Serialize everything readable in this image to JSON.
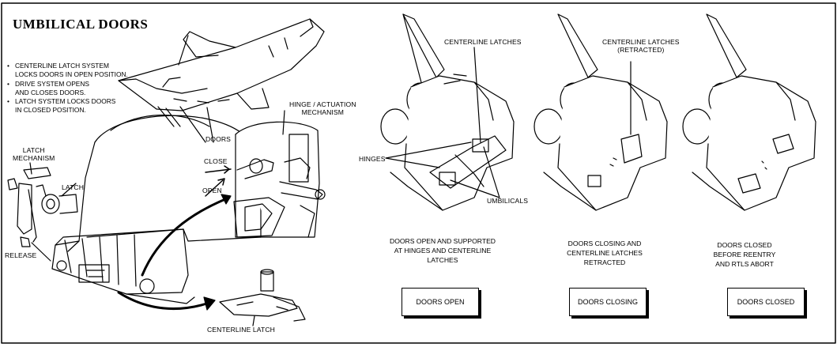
{
  "title": "UMBILICAL DOORS",
  "bullets": [
    "CENTERLINE LATCH SYSTEM\nLOCKS DOORS IN OPEN POSITION.",
    "DRIVE SYSTEM OPENS\nAND CLOSES DOORS.",
    "LATCH SYSTEM LOCKS DOORS\nIN CLOSED POSITION."
  ],
  "labels": {
    "latch_mechanism": "LATCH\nMECHANISM",
    "latch": "LATCH",
    "release": "RELEASE",
    "doors": "DOORS",
    "hinge_actuation": "HINGE / ACTUATION\nMECHANISM",
    "close": "CLOSE",
    "open": "OPEN",
    "centerline_latch": "CENTERLINE LATCH",
    "centerline_latches": "CENTERLINE LATCHES",
    "centerline_latches_retracted": "CENTERLINE LATCHES\n(RETRACTED)",
    "hinges": "HINGES",
    "umbilicals": "UMBILICALS"
  },
  "panels": [
    {
      "caption": "DOORS OPEN AND SUPPORTED\nAT HINGES AND CENTERLINE\nLATCHES",
      "state": "DOORS OPEN"
    },
    {
      "caption": "DOORS CLOSING AND\nCENTERLINE LATCHES\nRETRACTED",
      "state": "DOORS CLOSING"
    },
    {
      "caption": "DOORS CLOSED\nBEFORE REENTRY\nAND RTLS ABORT",
      "state": "DOORS CLOSED"
    }
  ]
}
